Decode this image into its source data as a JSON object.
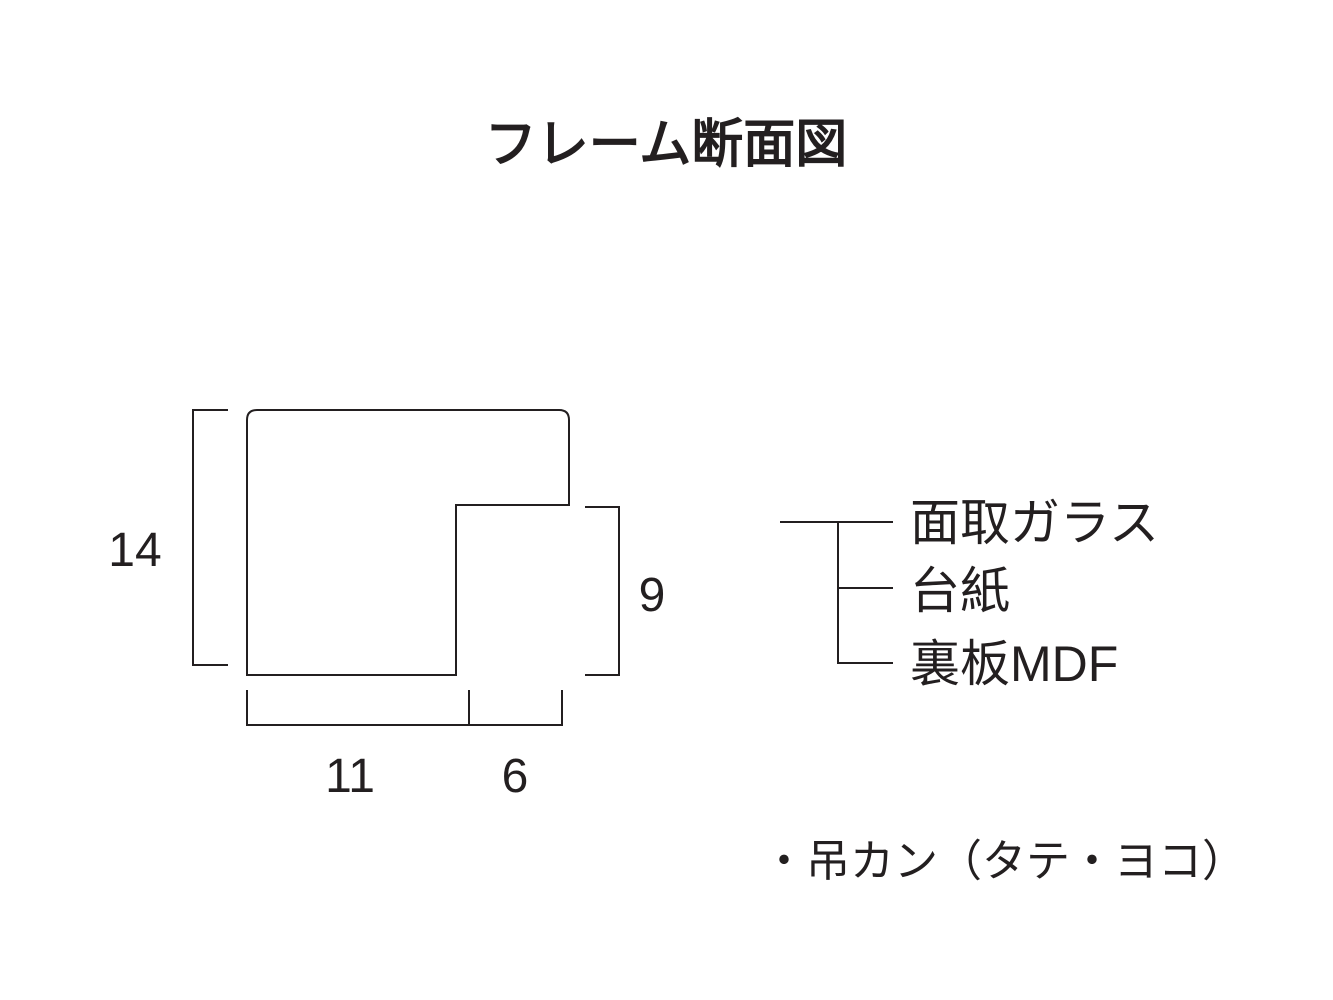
{
  "title": "フレーム断面図",
  "dimensions": {
    "height_total": "14",
    "height_inner": "9",
    "width_main": "11",
    "width_rabbet": "6"
  },
  "components": [
    {
      "label": "面取ガラス"
    },
    {
      "label": "台紙"
    },
    {
      "label": "裏板MDF"
    }
  ],
  "note": "・吊カン（タテ・ヨコ）",
  "colors": {
    "line": "#231f20",
    "background": "#ffffff"
  }
}
